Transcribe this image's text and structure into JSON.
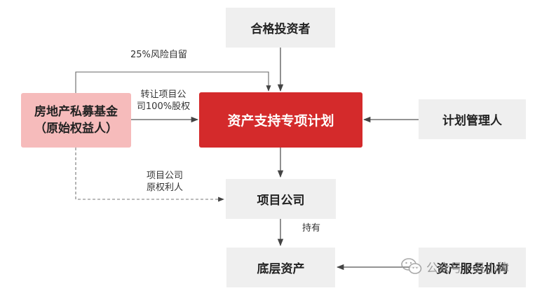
{
  "nodes": {
    "investors": "合格投资者",
    "fund_line1": "房地产私募基金",
    "fund_line2": "（原始权益人）",
    "plan": "资产支持专项计划",
    "manager": "计划管理人",
    "project_company": "项目公司",
    "underlying_assets": "底层资产",
    "servicer": "资产服务机构"
  },
  "edge_labels": {
    "risk_retention": "25%风险自留",
    "transfer_line1": "转让项目公",
    "transfer_line2": "司100%股权",
    "original_line1": "项目公司",
    "original_line2": "原权利人",
    "holds": "持有"
  },
  "watermark": {
    "text": "公众号 · 丑小律",
    "icon": "wechat-icon"
  },
  "colors": {
    "plan_fill": "#d42a2b",
    "fund_fill": "#f6bbbb",
    "box_fill": "#efefef",
    "line": "#555555"
  }
}
